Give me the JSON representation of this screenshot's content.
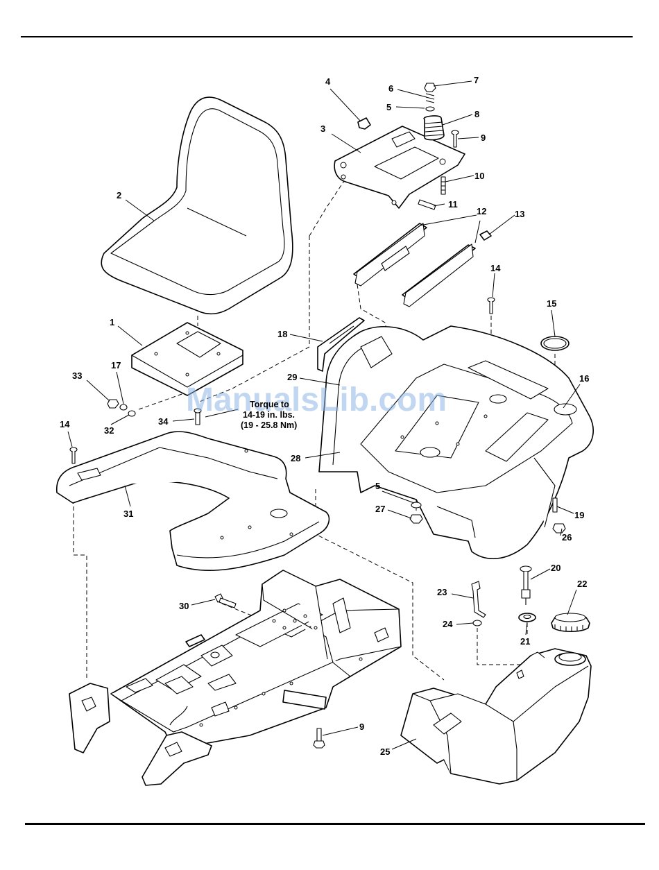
{
  "watermark": "ManualsLib.com",
  "torque_note": {
    "line1": "Torque to",
    "line2": "14-19 in. lbs.",
    "line3": "(19 - 25.8 Nm)"
  },
  "callouts": {
    "c1": "1",
    "c2": "2",
    "c3": "3",
    "c4": "4",
    "c5a": "5",
    "c5b": "5",
    "c6": "6",
    "c7": "7",
    "c8": "8",
    "c9a": "9",
    "c9b": "9",
    "c10": "10",
    "c11": "11",
    "c12": "12",
    "c13": "13",
    "c14a": "14",
    "c14b": "14",
    "c15": "15",
    "c16": "16",
    "c17": "17",
    "c18": "18",
    "c19": "19",
    "c20": "20",
    "c21": "21",
    "c22": "22",
    "c23": "23",
    "c24": "24",
    "c25": "25",
    "c26": "26",
    "c27": "27",
    "c28": "28",
    "c29": "29",
    "c30": "30",
    "c31": "31",
    "c32": "32",
    "c33": "33",
    "c34": "34"
  }
}
